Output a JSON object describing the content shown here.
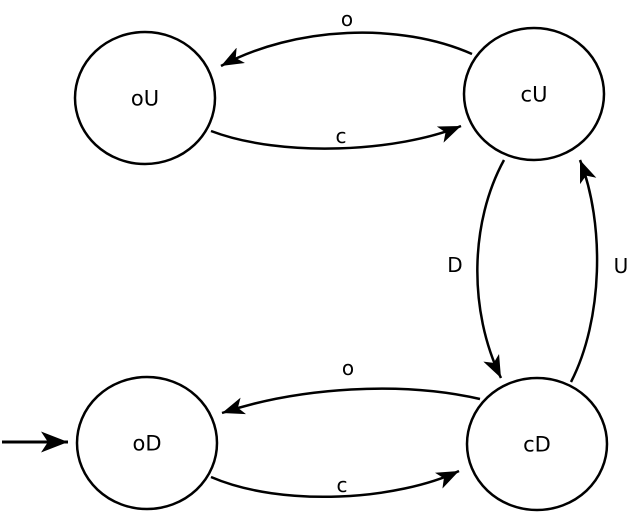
{
  "diagram": {
    "type": "finite-state-machine",
    "background_color": "#ffffff",
    "stroke_color": "#000000",
    "text_color": "#000000",
    "states": [
      {
        "id": "oU",
        "label": "oU"
      },
      {
        "id": "cU",
        "label": "cU"
      },
      {
        "id": "oD",
        "label": "oD"
      },
      {
        "id": "cD",
        "label": "cD"
      }
    ],
    "initial_state": "oD",
    "transitions": [
      {
        "from": "cU",
        "to": "oU",
        "label": "o"
      },
      {
        "from": "oU",
        "to": "cU",
        "label": "c"
      },
      {
        "from": "cU",
        "to": "cD",
        "label": "D"
      },
      {
        "from": "cD",
        "to": "cU",
        "label": "U"
      },
      {
        "from": "cD",
        "to": "oD",
        "label": "o"
      },
      {
        "from": "oD",
        "to": "cD",
        "label": "c"
      }
    ]
  }
}
